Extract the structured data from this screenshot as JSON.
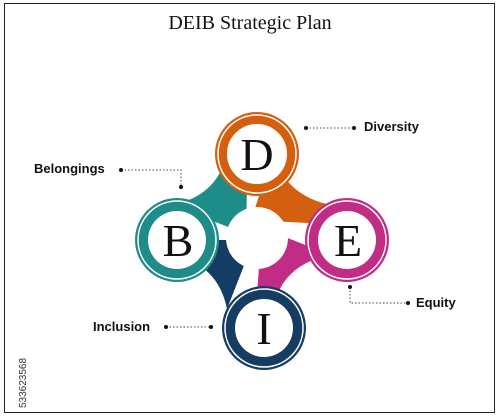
{
  "title": "DEIB Strategic Plan",
  "stock_id": "533623568",
  "colors": {
    "diversity": "#D4600F",
    "equity": "#C12C84",
    "inclusion": "#153D64",
    "belongings": "#1E8C88"
  },
  "nodes": {
    "diversity": {
      "letter": "D",
      "label": "Diversity"
    },
    "equity": {
      "letter": "E",
      "label": "Equity"
    },
    "inclusion": {
      "letter": "I",
      "label": "Inclusion"
    },
    "belongings": {
      "letter": "B",
      "label": "Belongings"
    }
  }
}
